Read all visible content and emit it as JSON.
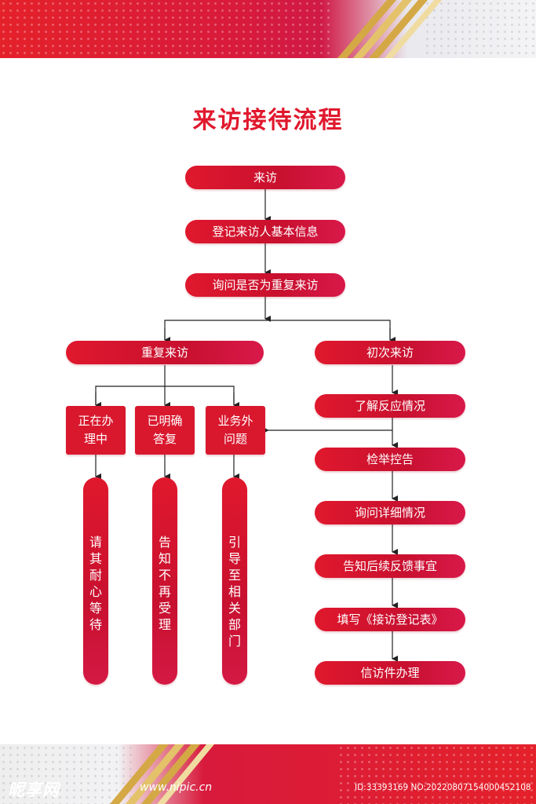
{
  "title": "来访接待流程",
  "colors": {
    "accent": "#e0182d",
    "gold": "#d4a845",
    "arrow": "#222222"
  },
  "flow": {
    "visit": "来访",
    "register": "登记来访人基本信息",
    "ask_repeat": "询问是否为重复来访",
    "repeat": "重复来访",
    "first": "初次来访",
    "repeat_branches": [
      {
        "box": "正在办理中",
        "result": "请其耐心等待"
      },
      {
        "box": "已明确答复",
        "result": "告知不再受理"
      },
      {
        "box": "业务外问题",
        "result": "引导至相关部门"
      }
    ],
    "first_steps": [
      "了解反应情况",
      "检举控告",
      "询问详细情况",
      "告知后续反馈事宜",
      "填写《接访登记表》",
      "信访件办理"
    ]
  },
  "watermark": {
    "logo": "昵享网",
    "site": "www.nipic.cn",
    "id": "ID:33393169 NO:20220807154000452108"
  }
}
